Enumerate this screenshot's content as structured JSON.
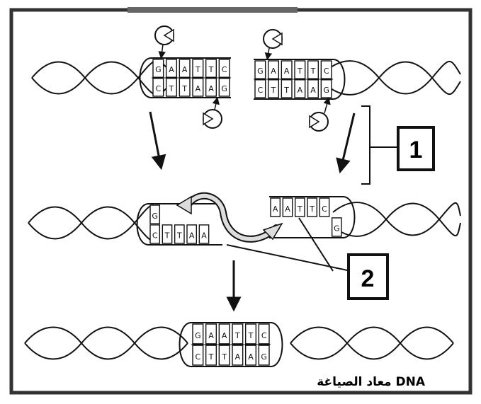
{
  "figure": {
    "labels": {
      "one": "1",
      "two": "2"
    },
    "caption": "معاد الصياغة DNA",
    "panels": {
      "left_cut": {
        "top_bases": [
          "G",
          "A",
          "A",
          "T",
          "T",
          "C"
        ],
        "bottom_bases": [
          "C",
          "T",
          "T",
          "A",
          "A",
          "G"
        ]
      },
      "right_cut": {
        "top_bases": [
          "G",
          "A",
          "A",
          "T",
          "T",
          "C"
        ],
        "bottom_bases": [
          "C",
          "T",
          "T",
          "A",
          "A",
          "G"
        ]
      },
      "left_sticky": {
        "top_bases": [
          "G"
        ],
        "bottom_bases": [
          "C",
          "T",
          "T",
          "A",
          "A"
        ]
      },
      "right_sticky": {
        "top_bases": [
          "A",
          "A",
          "T",
          "T",
          "C"
        ],
        "bottom_bases": [
          "G"
        ]
      },
      "recombinant": {
        "top_bases": [
          "G",
          "A",
          "A",
          "T",
          "T",
          "C"
        ],
        "bottom_bases": [
          "C",
          "T",
          "T",
          "A",
          "A",
          "G"
        ]
      }
    }
  }
}
